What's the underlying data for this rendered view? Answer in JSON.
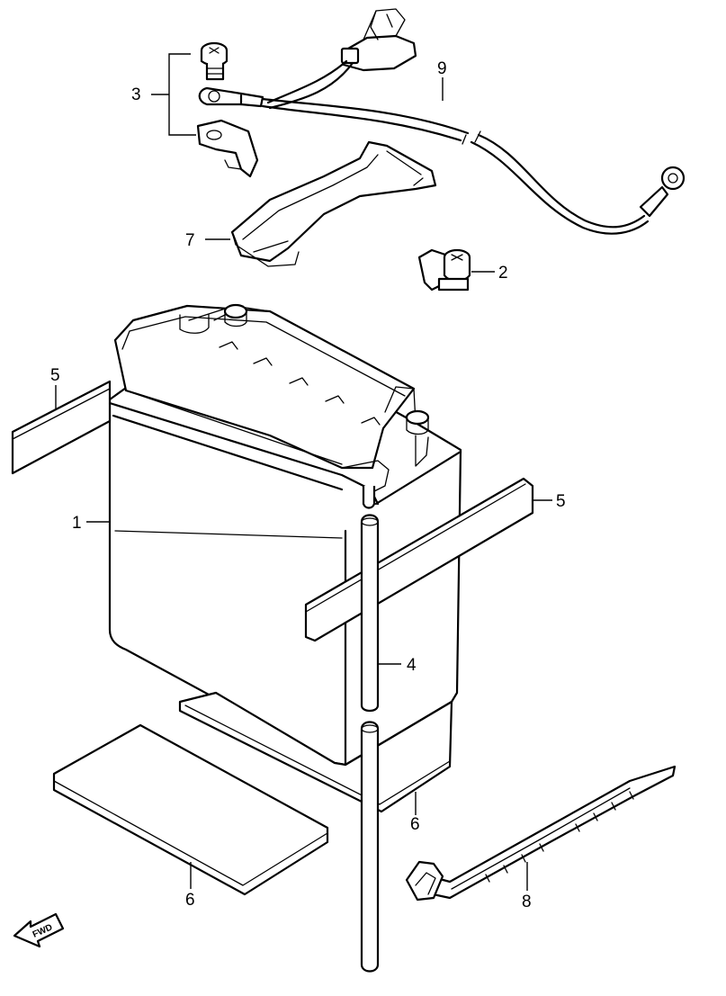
{
  "callouts": {
    "c1": "1",
    "c2": "2",
    "c3": "3",
    "c4": "4",
    "c5a": "5",
    "c5b": "5",
    "c6a": "6",
    "c6b": "6",
    "c7": "7",
    "c8": "8",
    "c9": "9"
  },
  "direction_arrow": {
    "label": "FWD"
  }
}
